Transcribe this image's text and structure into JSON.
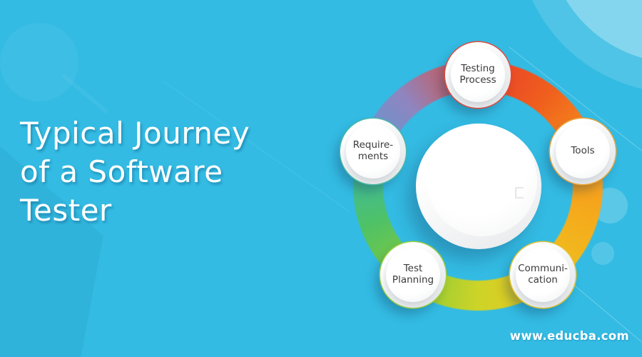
{
  "title": {
    "text": "Typical Journey\nof a Software\nTester"
  },
  "watermark": {
    "text": "www.educba.com"
  },
  "background": {
    "base_color": "#33bbe3"
  },
  "diagram": {
    "type": "cycle",
    "hub": {
      "label": ""
    },
    "ring": {
      "stops": [
        "#e63c2b 0deg",
        "#f0601d 38deg",
        "#f6931d 72deg",
        "#f5ac1c 108deg",
        "#ecc31f 144deg",
        "#cdd428 180deg",
        "#86ca37 216deg",
        "#4fc266 250deg",
        "#3fb9a1 280deg",
        "#6795ce 295deg",
        "#8f85c0 320deg",
        "#bb6470 343deg",
        "#e63c2b 360deg"
      ]
    },
    "nodes": [
      {
        "name": "testing-process",
        "label": "Testing\nProcess",
        "accent": "#e6493a"
      },
      {
        "name": "tools",
        "label": "Tools",
        "accent": "#f0a435"
      },
      {
        "name": "communication",
        "label": "Communi-\ncation",
        "accent": "#e7c42e"
      },
      {
        "name": "test-planning",
        "label": "Test\nPlanning",
        "accent": "#9ecf3a"
      },
      {
        "name": "requirements",
        "label": "Require-\nments",
        "accent": "#49b9a8"
      }
    ]
  }
}
